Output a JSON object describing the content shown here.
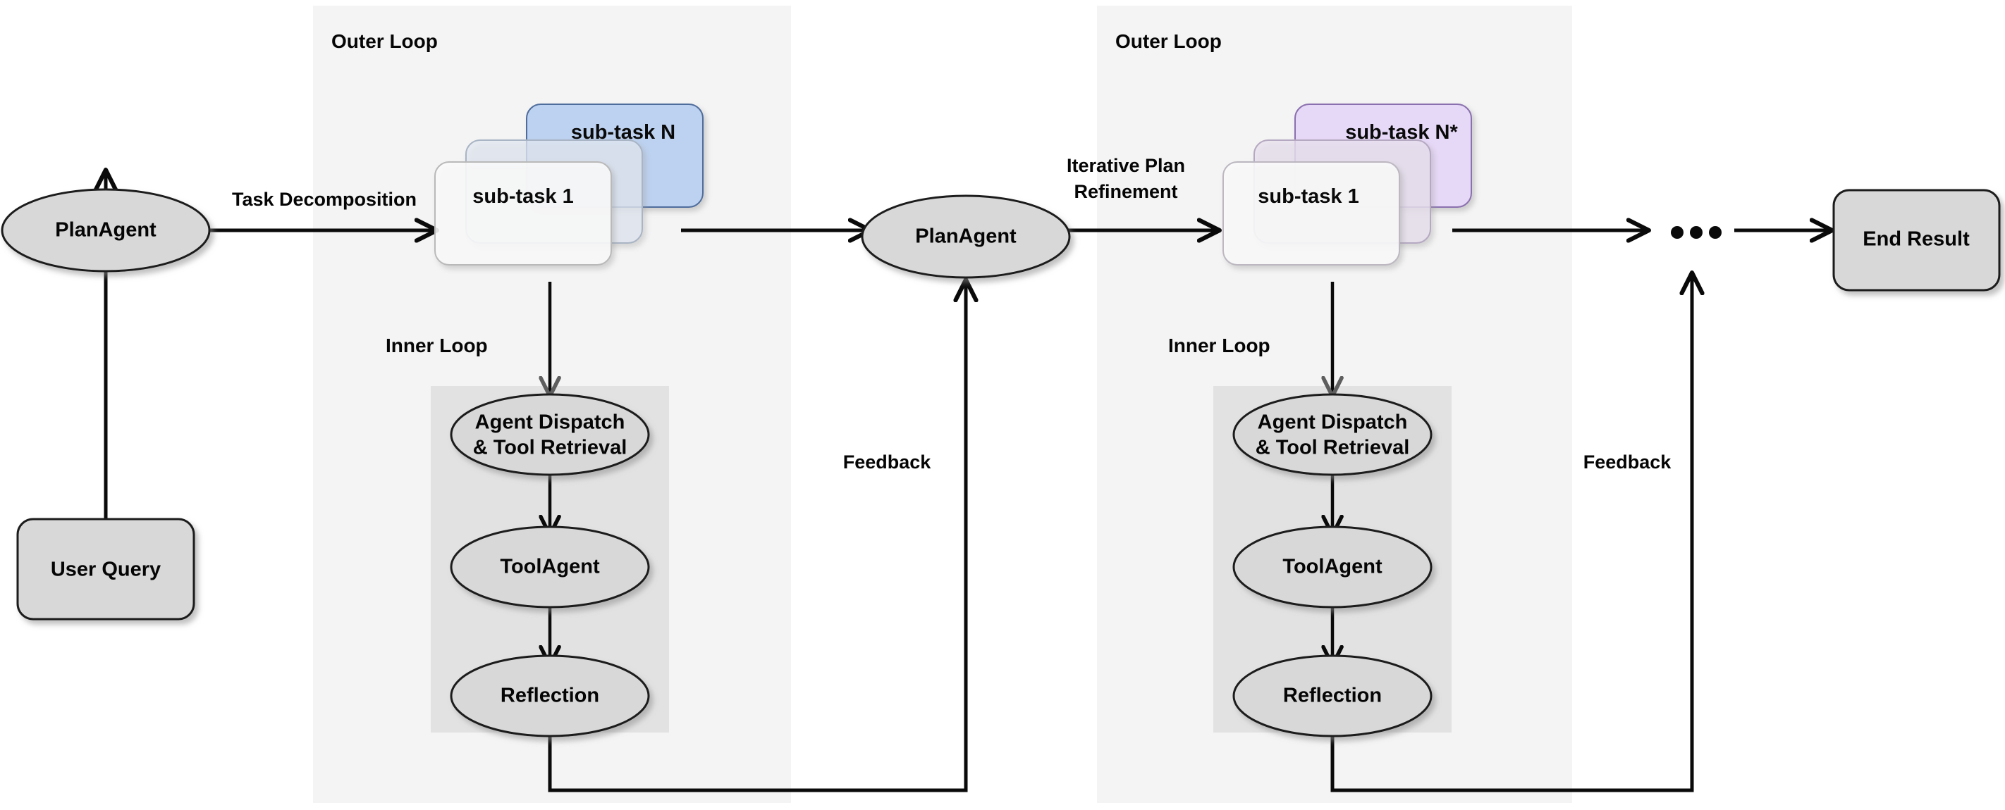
{
  "figure": {
    "type": "flowchart",
    "title": "Agent planning outer/inner loop architecture"
  },
  "nodes": {
    "user_query": "User Query",
    "plan_agent_1": "PlanAgent",
    "plan_agent_2": "PlanAgent",
    "end_result": "End Result",
    "agent_dispatch_line1": "Agent Dispatch",
    "agent_dispatch_line2": "& Tool Retrieval",
    "tool_agent": "ToolAgent",
    "reflection": "Reflection",
    "ellipsis": "•••"
  },
  "sections": {
    "outer_loop_1": "Outer Loop",
    "outer_loop_2": "Outer Loop",
    "inner_loop_1": "Inner Loop",
    "inner_loop_2": "Inner Loop"
  },
  "edges": {
    "task_decomposition": "Task Decomposition",
    "iterative_plan_refinement_line1": "Iterative Plan",
    "iterative_plan_refinement_line2": "Refinement",
    "feedback_1": "Feedback",
    "feedback_2": "Feedback"
  },
  "cards": {
    "stack_1": {
      "front": "sub-task 1",
      "back": "sub-task N",
      "middle": ""
    },
    "stack_2": {
      "front": "sub-task 1",
      "back": "sub-task N*",
      "middle": ""
    }
  },
  "colors": {
    "panel_background": "#f4f4f4",
    "inner_panel_background": "#e2e2e2",
    "node_fill": "#d8d8d8",
    "node_stroke": "#1c1c1c",
    "card_blue_fill": "#bdd2f0",
    "card_blue_stroke": "#4f6d9c",
    "card_purple_fill": "#e6d8f7",
    "card_purple_stroke": "#8a6fae",
    "card_white_fill": "#fbfbfb",
    "card_white_stroke": "#b9b9b9",
    "line": "#0a0a0a",
    "text": "#050505"
  }
}
